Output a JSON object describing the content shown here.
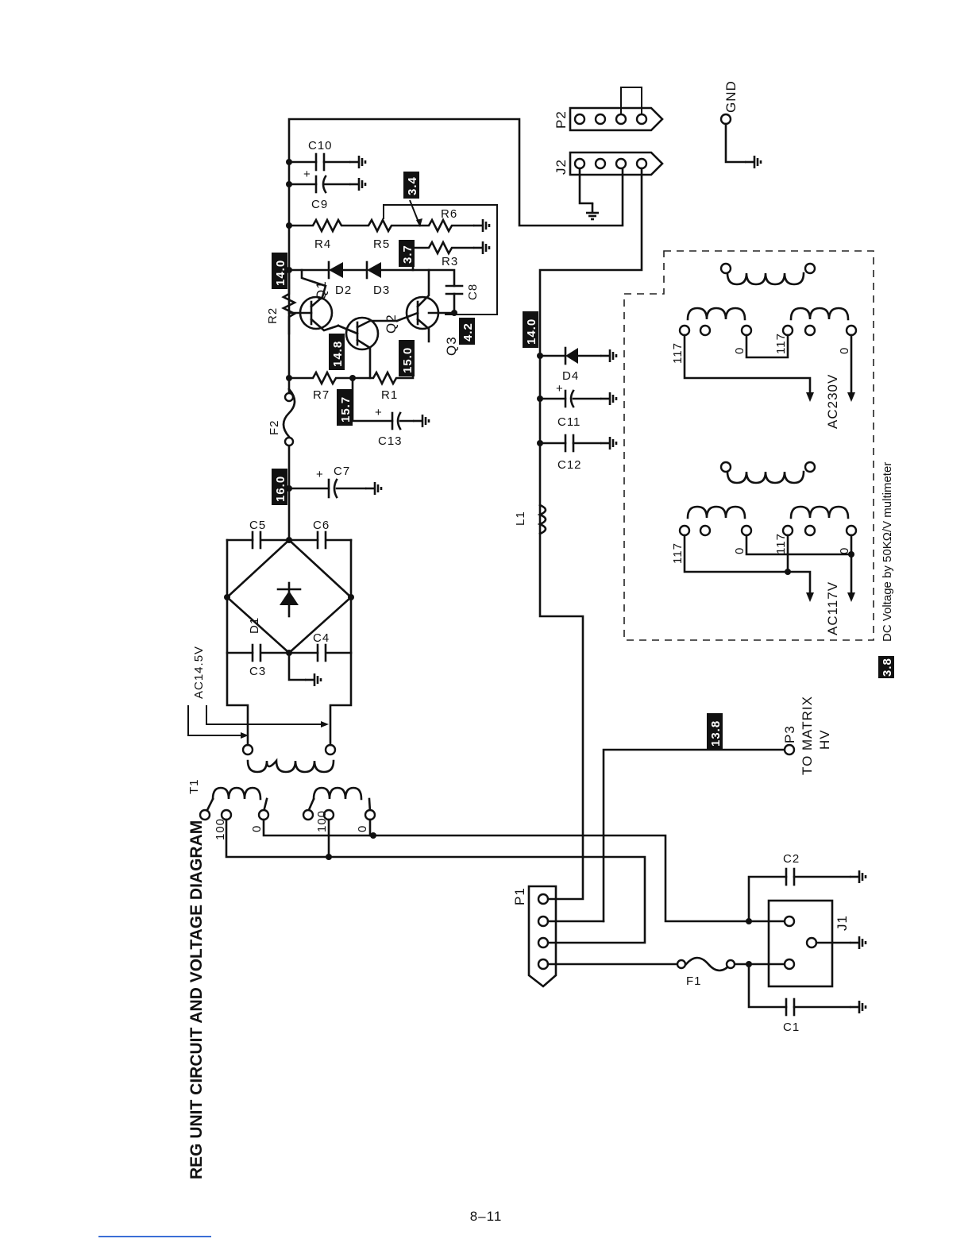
{
  "title": "REG UNIT CIRCUIT AND VOLTAGE DIAGRAM",
  "page_number": "8–11",
  "note": {
    "badge": "3.8",
    "text": "DC Voltage by 50KΩ/V multimeter"
  },
  "voltages": {
    "v16_0": "16.0",
    "v15_7": "15.7",
    "v14_8": "14.8",
    "v15_0": "15.0",
    "v14_0_top": "14.0",
    "v3_7": "3.7",
    "v3_4": "3.4",
    "v4_2": "4.2",
    "v14_0_low": "14.0",
    "v13_8": "13.8"
  },
  "components": {
    "t1": "T1",
    "ac145": "AC14.5V",
    "d1": "D1",
    "c1": "C1",
    "c2": "C2",
    "c3": "C3",
    "c4": "C4",
    "c5": "C5",
    "c6": "C6",
    "c7": "C7",
    "c8": "C8",
    "c9": "C9",
    "c10": "C10",
    "c11": "C11",
    "c12": "C12",
    "c13": "C13",
    "f1": "F1",
    "f2": "F2",
    "r1": "R1",
    "r2": "R2",
    "r3": "R3",
    "r4": "R4",
    "r5": "R5",
    "r6": "R6",
    "r7": "R7",
    "q1": "Q1",
    "q2": "Q2",
    "q3": "Q3",
    "d2": "D2",
    "d3": "D3",
    "d4": "D4",
    "l1": "L1",
    "p1": "P1",
    "p2": "P2",
    "j1": "J1",
    "j2": "J2",
    "p3": "P3",
    "to_matrix": "TO MATRIX",
    "hv": "HV",
    "gnd": "GND",
    "plus": "+",
    "tap100": "100",
    "tap0": "0",
    "tap117": "117",
    "ac230": "AC230V",
    "ac117": "AC117V"
  }
}
